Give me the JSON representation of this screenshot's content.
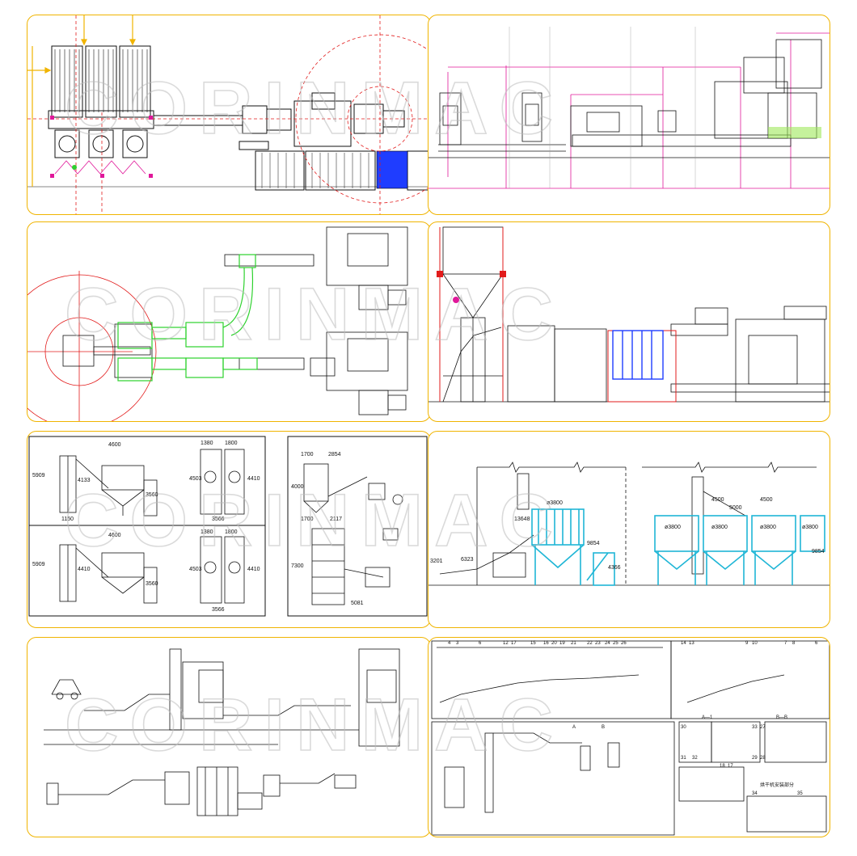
{
  "watermark": "CORINMAC",
  "accent_color": "#f0b400",
  "panel_3a": {
    "labels": [
      "4600",
      "5909",
      "4133",
      "3560",
      "1150",
      "1380",
      "1800",
      "4503",
      "4410",
      "3566"
    ],
    "labels_row2": [
      "4600",
      "5909",
      "4410",
      "3560",
      "1380",
      "1800",
      "4503",
      "4410",
      "3566"
    ]
  },
  "panel_3b": {
    "labels": [
      "1700",
      "2854",
      "4000",
      "1700",
      "2117",
      "7300",
      "5081"
    ]
  },
  "panel_3c": {
    "labels": [
      "ø3800",
      "13648",
      "9854",
      "6323",
      "4366",
      "3201",
      "4500",
      "4500",
      "5000",
      "ø3800",
      "ø3800",
      "ø3800",
      "ø3800",
      "9854"
    ]
  },
  "panel_4b": {
    "top_numbers": [
      "4",
      "3",
      "6",
      "12",
      "17",
      "15",
      "16",
      "20",
      "19",
      "21",
      "22",
      "23",
      "24",
      "25",
      "26"
    ],
    "right_numbers": [
      "14",
      "13",
      "9",
      "10",
      "7",
      "8",
      "6"
    ],
    "section_a": "A—1",
    "section_b": "B—B",
    "numbers_bottom": [
      "30",
      "33",
      "27",
      "29",
      "28",
      "31",
      "32",
      "34",
      "35",
      "18",
      "17"
    ],
    "caption": "烘干机安装部分",
    "label_a": "A",
    "label_b": "B"
  }
}
